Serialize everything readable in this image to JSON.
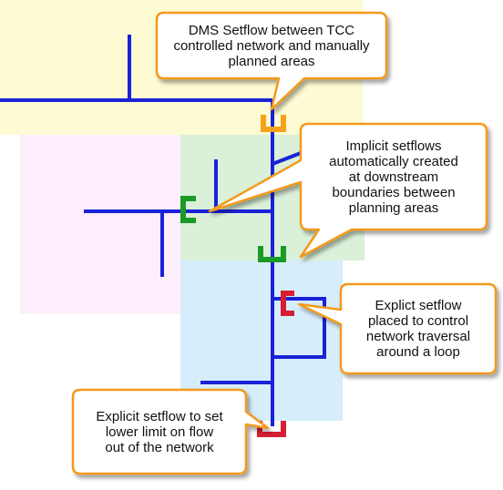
{
  "callouts": {
    "dms_setflow": "DMS Setflow between TCC\ncontrolled network and manually\nplanned areas",
    "implicit_setflows": "Implicit setflows\nautomatically created\nat downstream\nboundaries between\nplanning areas",
    "loop_setflow": "Explict setflow\nplaced to control\nnetwork traversal\naround a loop",
    "lower_limit_setflow": "Explicit setflow to set\nlower limit on flow\nout of the network"
  },
  "colors": {
    "area_yellow": "#fdfbd3",
    "area_pink": "#fdeefb",
    "area_green": "#dbf0d9",
    "area_blue": "#d6eefb",
    "network_line": "#1a22d6",
    "callout_border": "#f39a1e",
    "callout_fill": "#ffffff",
    "marker_orange": "#f5a31a",
    "marker_green": "#1a9a26",
    "marker_red": "#d81e32"
  }
}
